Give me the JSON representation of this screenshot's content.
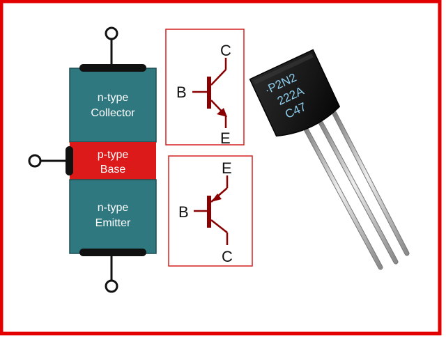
{
  "colors": {
    "frame": "#e30000",
    "layer_n": "#2f7880",
    "layer_p": "#dd1a1a",
    "contact": "#111111",
    "symbol": "#8a0000",
    "panel_border": "#d42020"
  },
  "layers": [
    {
      "line1": "n-type",
      "line2": "Collector"
    },
    {
      "line1": "p-type",
      "line2": "Base"
    },
    {
      "line1": "n-type",
      "line2": "Emitter"
    }
  ],
  "npn_symbol": {
    "collector": "C",
    "base": "B",
    "emitter": "E"
  },
  "pnp_symbol": {
    "emitter": "E",
    "base": "B",
    "collector": "C"
  },
  "chip_marking": [
    "·P2N2",
    "222A",
    "C47"
  ]
}
